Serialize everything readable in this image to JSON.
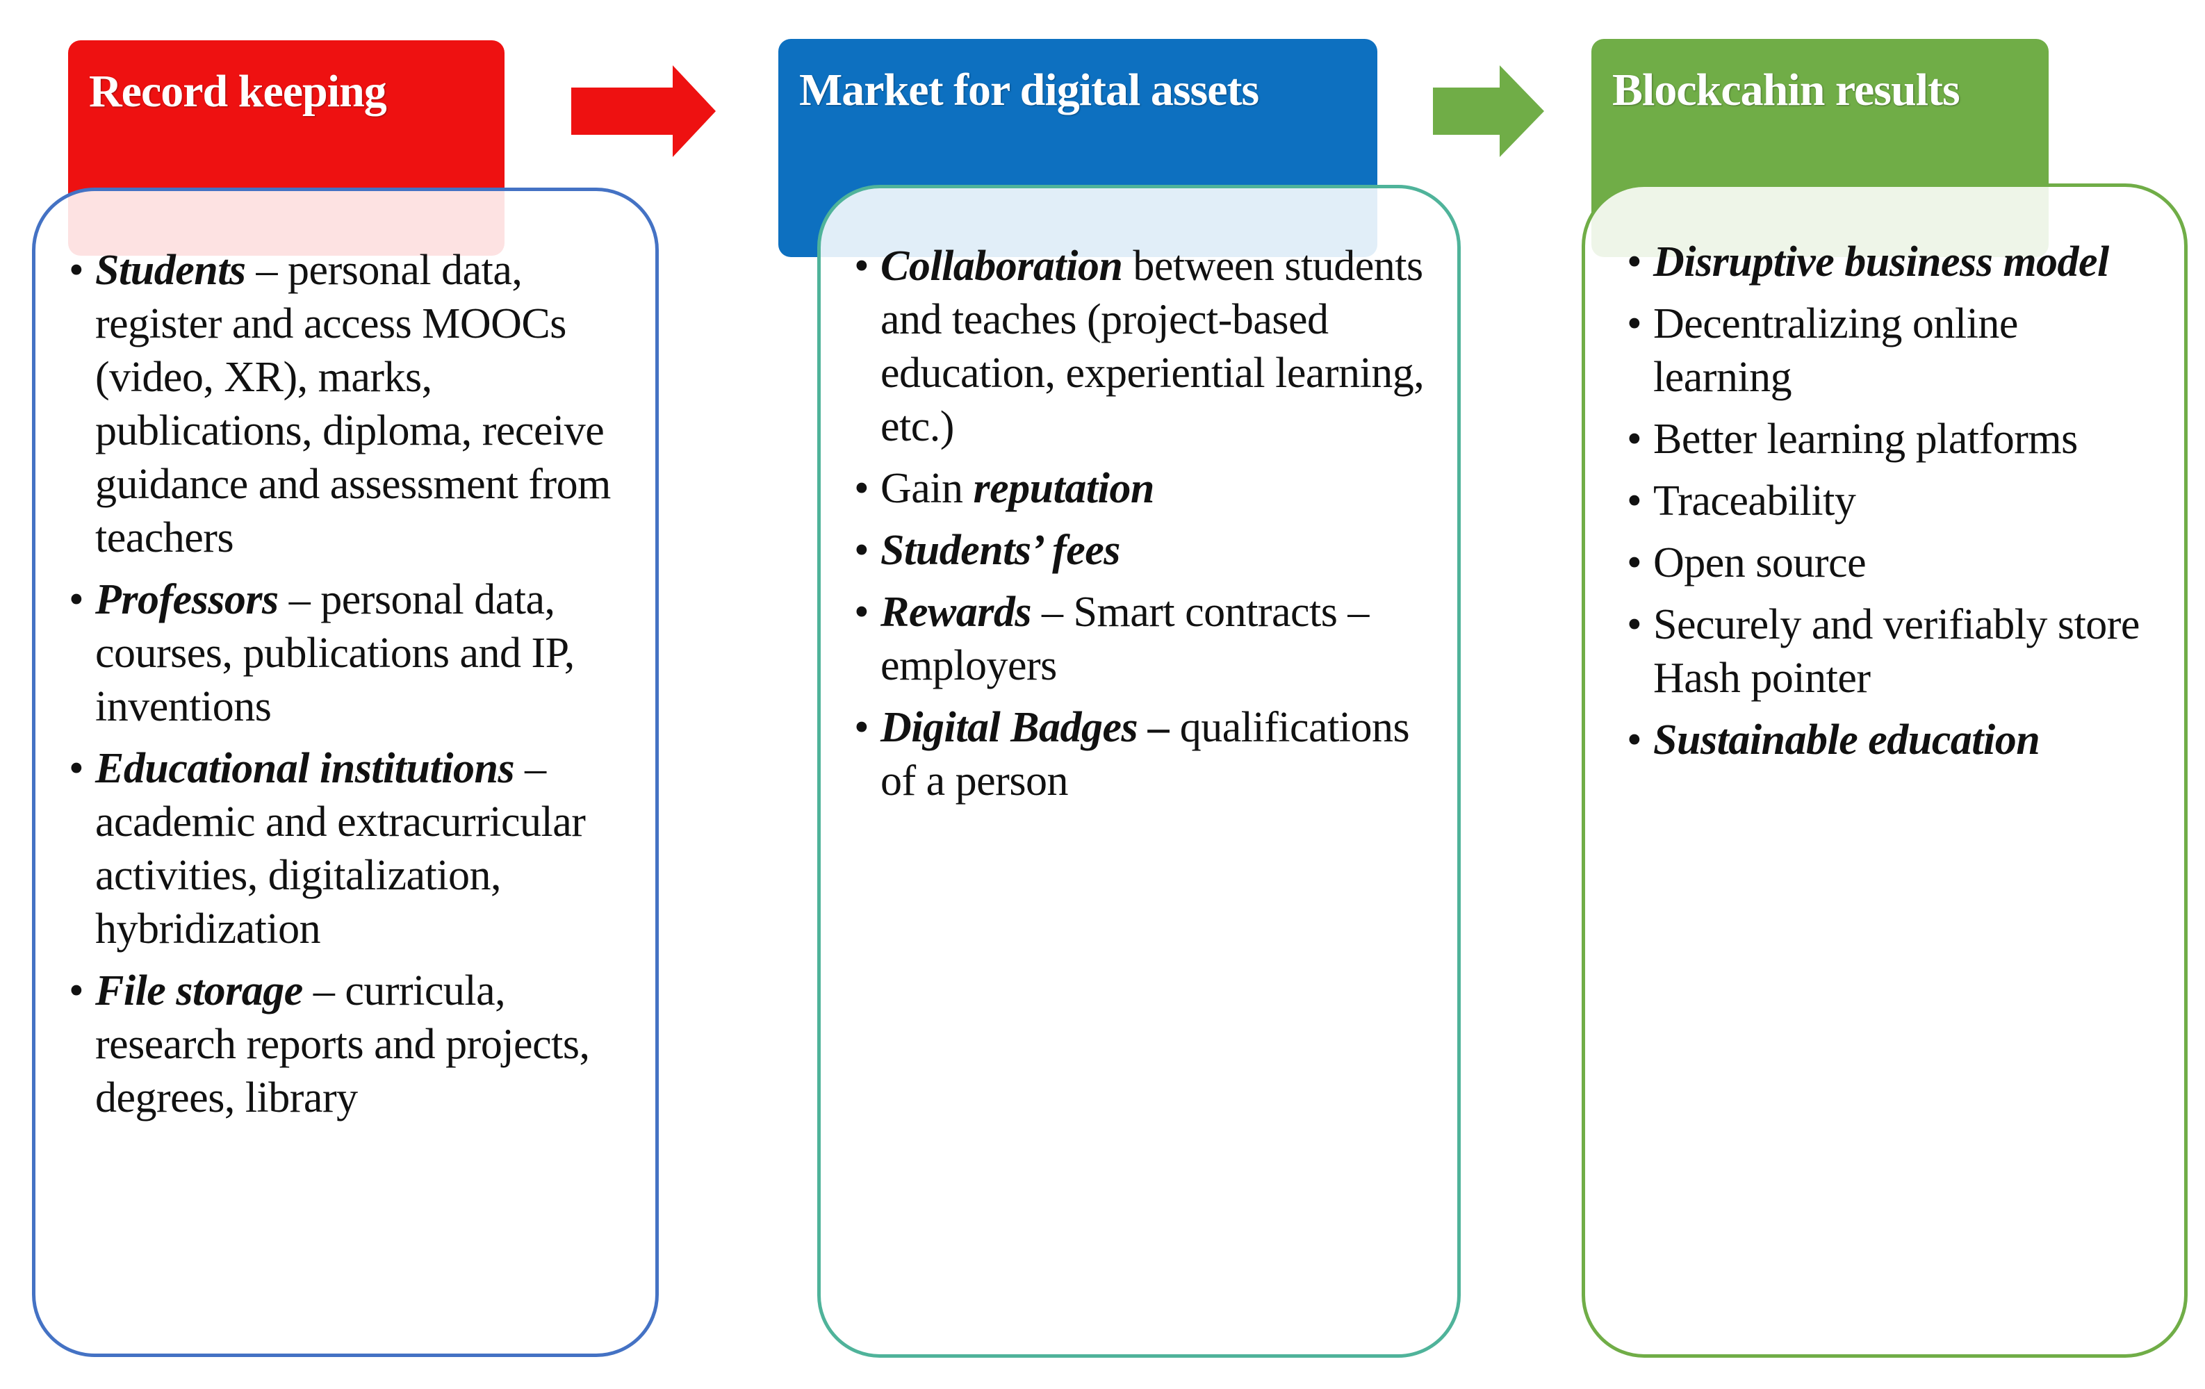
{
  "colors": {
    "record_header": "#ee1111",
    "market_header": "#0d70c0",
    "results_header": "#70ad47",
    "record_border": "#4472c4",
    "market_border": "#4fb39a",
    "results_border": "#70ad47",
    "arrow_red": "#ee1111",
    "arrow_green": "#70ad47"
  },
  "columns": [
    {
      "title": "Record keeping",
      "items": [
        {
          "bullet": "•",
          "bold": "Students",
          "text": " – personal data, register and access MOOCs (video, XR), marks, publications, diploma, receive guidance and assessment from teachers"
        },
        {
          "bullet": "•",
          "bold": "Professors",
          "text": " – personal data, courses, publications and IP, inventions"
        },
        {
          "bullet": "•",
          "bold": "Educational institutions",
          "text": " – academic and extracurricular activities, digitalization, hybridization"
        },
        {
          "bullet": "•",
          "bold": "File storage",
          "text": " – curricula, research reports and projects, degrees, library"
        }
      ]
    },
    {
      "title": "Market for digital assets",
      "items": [
        {
          "bullet": "•",
          "bold": "Collaboration",
          "text": " between students and teaches (project-based education, experiential learning, etc.)"
        },
        {
          "bullet": "•",
          "pre": "Gain ",
          "bold": "reputation",
          "text": ""
        },
        {
          "bullet": "•",
          "bold": "Students’ fees",
          "text": ""
        },
        {
          "bullet": "•",
          "bold": "Rewards",
          "text": " – Smart contracts – employers"
        },
        {
          "bullet": "•",
          "bold": "Digital Badges –",
          "text": " qualifications of a person"
        }
      ]
    },
    {
      "title": "Blockcahin results",
      "items": [
        {
          "bullet": "•",
          "bold": "Disruptive business model",
          "text": ""
        },
        {
          "bullet": "•",
          "bold": "",
          "text": "Decentralizing online learning"
        },
        {
          "bullet": "•",
          "bold": "",
          "text": "Better learning platforms"
        },
        {
          "bullet": "•",
          "bold": "",
          "text": "Traceability"
        },
        {
          "bullet": "•",
          "bold": "",
          "text": "Open source"
        },
        {
          "bullet": "•",
          "bold": "",
          "text": "Securely and verifiably store Hash pointer"
        },
        {
          "bullet": "•",
          "bold": "Sustainable education",
          "text": ""
        }
      ]
    }
  ]
}
